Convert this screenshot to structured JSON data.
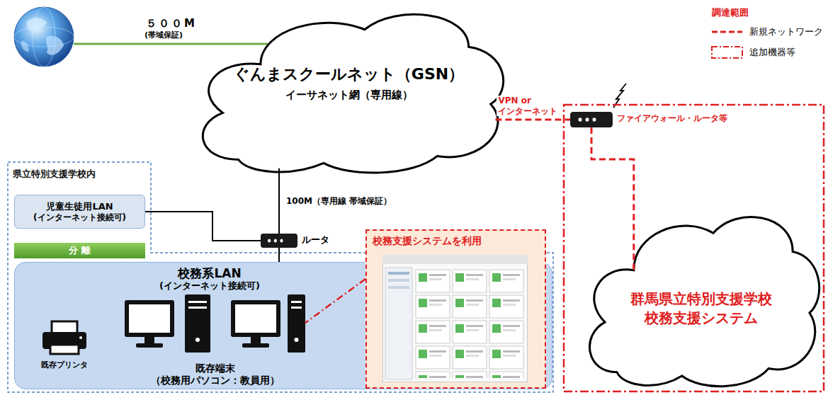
{
  "diagram": {
    "nodes": [
      {
        "text": [
          "ぐんまスクールネット（GSN）",
          "イーサネット網（専用線）"
        ]
      },
      {
        "text": [
          "県立特別支援学校内"
        ]
      },
      {
        "text": [
          "児童生徒用LAN",
          "(インターネット接続可)"
        ],
        "in": 1
      },
      {
        "text": [
          "分 離"
        ],
        "in": 1
      },
      {
        "text": [
          "ルータ"
        ],
        "in": 1
      },
      {
        "text": [
          "校務系LAN",
          "(インターネット接続可)"
        ],
        "in": 1
      },
      {
        "text": [
          "既存プリンタ"
        ],
        "in": 5
      },
      {
        "text": [
          "既存端末",
          "（校務用パソコン：教員用）"
        ],
        "in": 5
      },
      {
        "text": [
          "校務支援システムを利用"
        ],
        "in": 5
      },
      {
        "text": [
          "ファイアウォール・ルータ等"
        ]
      },
      {
        "text": [
          "群馬県立特別支援学校 校務支援システム"
        ]
      }
    ],
    "edges": [
      {
        "from": 0,
        "to": 4,
        "label": "100M（専用線 帯域保証）",
        "arrow": "none"
      },
      {
        "from": 4,
        "to": 2,
        "arrow": "none"
      },
      {
        "from": 4,
        "to": 5,
        "arrow": "none"
      },
      {
        "from": 8,
        "to": 7,
        "arrow": "none"
      },
      {
        "from": 0,
        "to": 9,
        "label": "VPN or インターネット",
        "arrow": "none"
      },
      {
        "from": 9,
        "to": 10,
        "arrow": "none"
      }
    ],
    "labels": [
      "５００M",
      "(帯域保証)",
      "調達範囲"
    ],
    "legend": [
      {
        "text": "新規ネットワーク"
      },
      {
        "text": "追加機器等"
      }
    ]
  }
}
